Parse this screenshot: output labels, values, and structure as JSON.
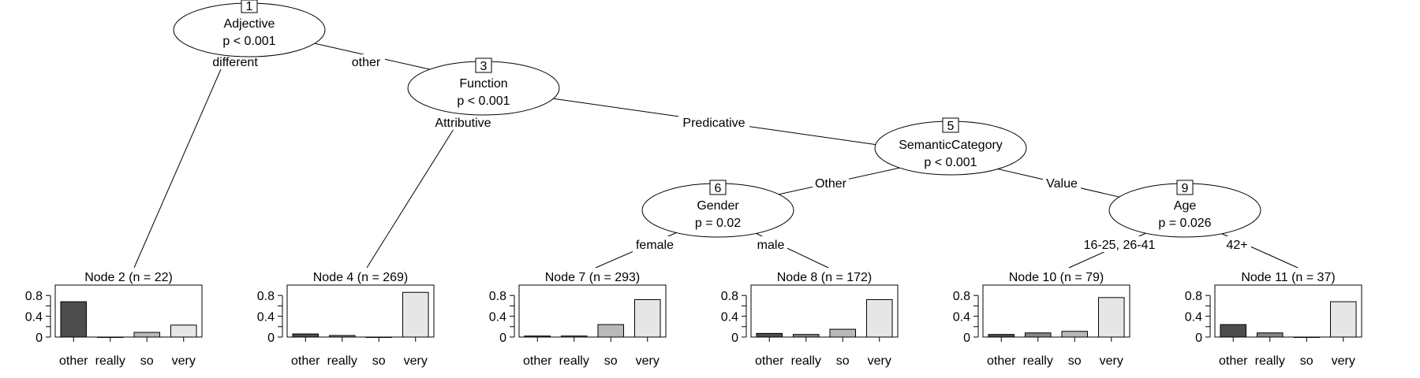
{
  "tree": {
    "inner_nodes": [
      {
        "id": "1",
        "variable": "Adjective",
        "pvalue": "p < 0.001"
      },
      {
        "id": "3",
        "variable": "Function",
        "pvalue": "p < 0.001"
      },
      {
        "id": "5",
        "variable": "SemanticCategory",
        "pvalue": "p < 0.001"
      },
      {
        "id": "6",
        "variable": "Gender",
        "pvalue": "p = 0.02"
      },
      {
        "id": "9",
        "variable": "Age",
        "pvalue": "p = 0.026"
      }
    ],
    "edges": [
      {
        "from": "1",
        "to": "2",
        "label": "different"
      },
      {
        "from": "1",
        "to": "3",
        "label": "other"
      },
      {
        "from": "3",
        "to": "4",
        "label": "Attributive"
      },
      {
        "from": "3",
        "to": "5",
        "label": "Predicative"
      },
      {
        "from": "5",
        "to": "6",
        "label": "Other"
      },
      {
        "from": "5",
        "to": "9",
        "label": "Value"
      },
      {
        "from": "6",
        "to": "7",
        "label": "female"
      },
      {
        "from": "6",
        "to": "8",
        "label": "male"
      },
      {
        "from": "9",
        "to": "10",
        "label": "16-25, 26-41"
      },
      {
        "from": "9",
        "to": "11",
        "label": "42+"
      }
    ]
  },
  "chart_data": {
    "type": "bar",
    "categories": [
      "other",
      "really",
      "so",
      "very"
    ],
    "bar_colors": [
      "#4d4d4d",
      "#868686",
      "#b9b9b9",
      "#e6e6e6"
    ],
    "yticks": [
      "0",
      "0.4",
      "0.8"
    ],
    "ylim": [
      0,
      1
    ],
    "panels": [
      {
        "title": "Node 2 (n = 22)",
        "values": [
          0.68,
          0.0,
          0.09,
          0.23
        ]
      },
      {
        "title": "Node 4 (n = 269)",
        "values": [
          0.06,
          0.03,
          0.0,
          0.86
        ]
      },
      {
        "title": "Node 7 (n = 293)",
        "values": [
          0.02,
          0.02,
          0.24,
          0.72
        ]
      },
      {
        "title": "Node 8 (n = 172)",
        "values": [
          0.07,
          0.05,
          0.15,
          0.72
        ]
      },
      {
        "title": "Node 10 (n = 79)",
        "values": [
          0.05,
          0.08,
          0.11,
          0.76
        ]
      },
      {
        "title": "Node 11 (n = 37)",
        "values": [
          0.24,
          0.08,
          0.0,
          0.68
        ]
      }
    ]
  }
}
